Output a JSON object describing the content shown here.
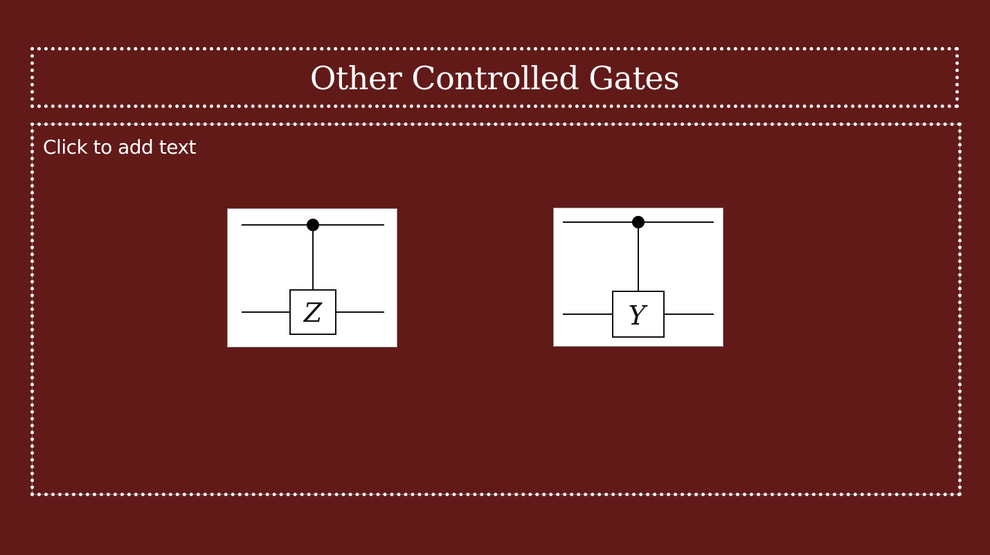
{
  "slide": {
    "title": "Other Controlled Gates",
    "placeholder": "Click to add text",
    "background_color": "#611a18",
    "border_color": "#ffffff"
  },
  "circuits": [
    {
      "name": "controlled-z",
      "gate_label": "Z",
      "wire_color": "#111111"
    },
    {
      "name": "controlled-y",
      "gate_label": "Y",
      "wire_color": "#111111"
    }
  ]
}
